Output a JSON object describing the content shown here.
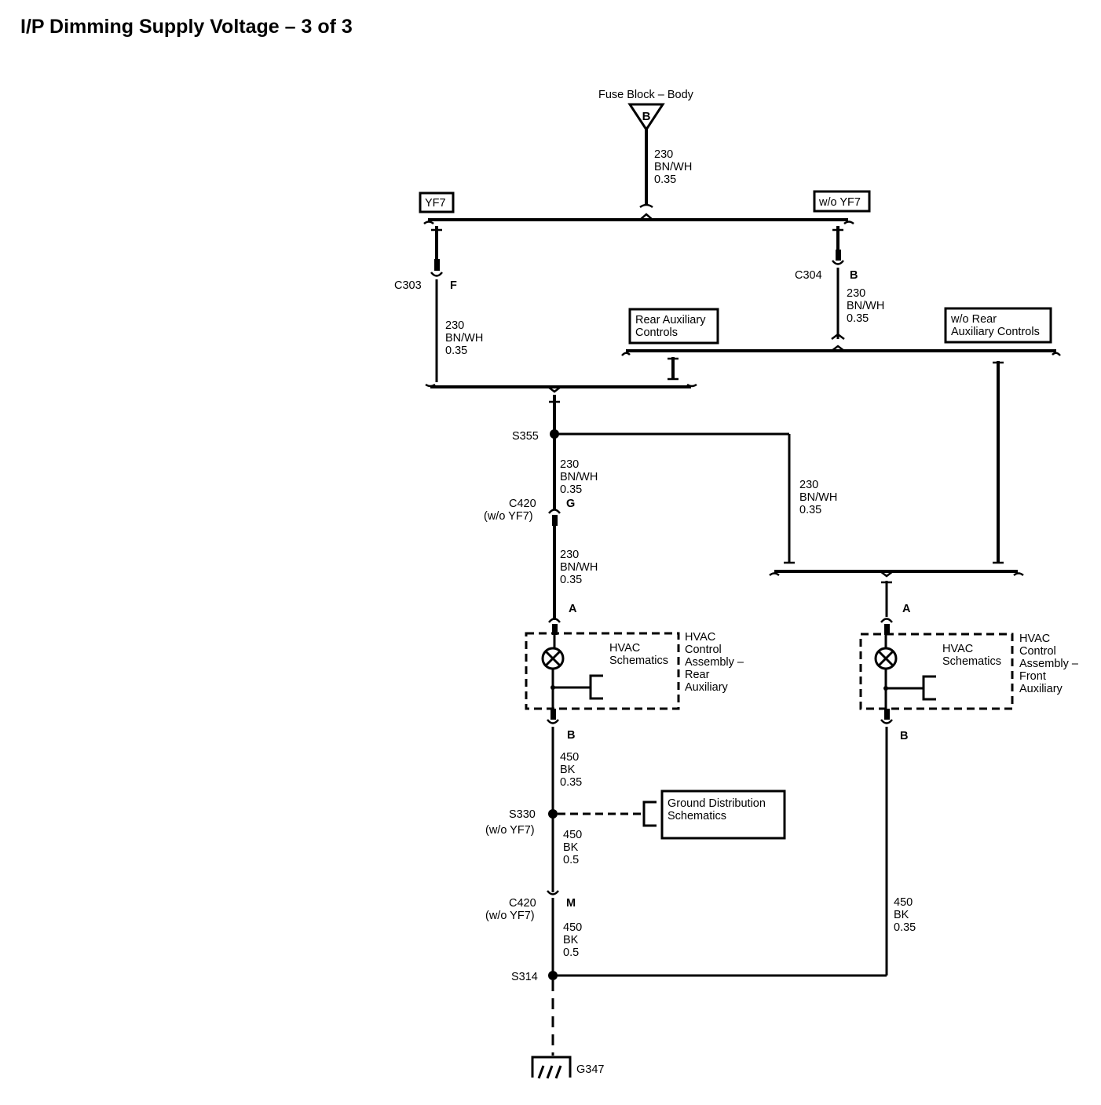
{
  "title": "I/P Dimming Supply Voltage – 3 of 3",
  "fuse_block": {
    "label": "Fuse Block – Body",
    "terminal": "B"
  },
  "options": {
    "yf7": "YF7",
    "wo_yf7": "w/o YF7",
    "rear_aux_line1": "Rear Auxiliary",
    "rear_aux_line2": "Controls",
    "wo_rear_aux_line1": "w/o Rear",
    "wo_rear_aux_line2": "Auxiliary Controls"
  },
  "wires": {
    "w230": {
      "circuit": "230",
      "color": "BN/WH",
      "gauge": "0.35"
    },
    "w450_035": {
      "circuit": "450",
      "color": "BK",
      "gauge": "0.35"
    },
    "w450_05": {
      "circuit": "450",
      "color": "BK",
      "gauge": "0.5"
    }
  },
  "connectors": {
    "c303": {
      "name": "C303",
      "pin": "F"
    },
    "c304": {
      "name": "C304",
      "pin": "B"
    },
    "c420_g": {
      "name": "C420",
      "qualifier": "(w/o YF7)",
      "pin": "G"
    },
    "c420_m": {
      "name": "C420",
      "qualifier": "(w/o YF7)",
      "pin": "M"
    }
  },
  "splices": {
    "s355": "S355",
    "s330": {
      "name": "S330",
      "qualifier": "(w/o YF7)"
    },
    "s314": "S314"
  },
  "hvac_rear": {
    "pin_a": "A",
    "pin_b": "B",
    "schematic_ref": [
      "HVAC",
      "Schematics"
    ],
    "name": [
      "HVAC",
      "Control",
      "Assembly –",
      "Rear",
      "Auxiliary"
    ]
  },
  "hvac_front": {
    "pin_a": "A",
    "pin_b": "B",
    "schematic_ref": [
      "HVAC",
      "Schematics"
    ],
    "name": [
      "HVAC",
      "Control",
      "Assembly –",
      "Front",
      "Auxiliary"
    ]
  },
  "ground_ref": [
    "Ground Distribution",
    "Schematics"
  ],
  "ground": "G347"
}
